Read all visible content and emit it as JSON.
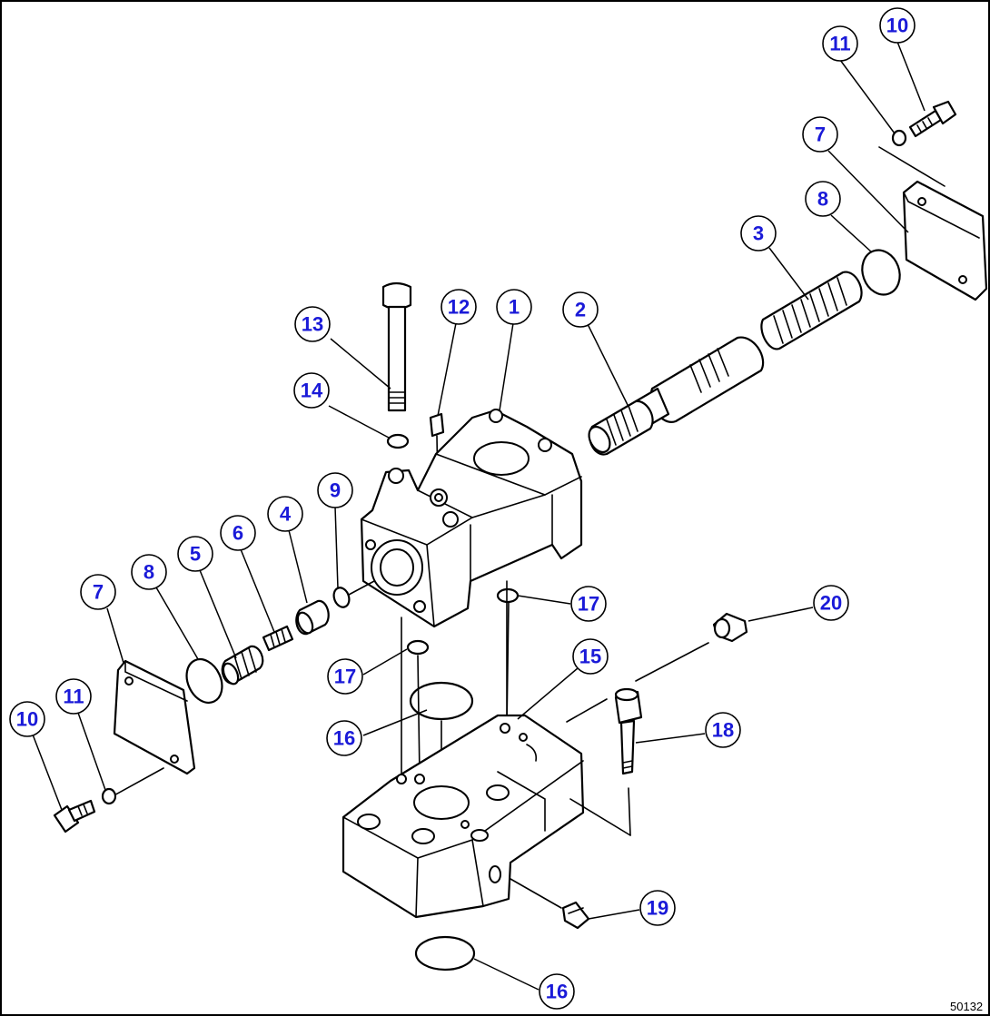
{
  "drawing_number": "50132",
  "colors": {
    "callout_text": "#1a1ad8",
    "line": "#000000",
    "background": "#ffffff"
  },
  "callouts": [
    {
      "id": "c-10-top",
      "label": "10"
    },
    {
      "id": "c-11-top",
      "label": "11"
    },
    {
      "id": "c-7-right",
      "label": "7"
    },
    {
      "id": "c-8-right",
      "label": "8"
    },
    {
      "id": "c-3",
      "label": "3"
    },
    {
      "id": "c-2",
      "label": "2"
    },
    {
      "id": "c-1",
      "label": "1"
    },
    {
      "id": "c-12",
      "label": "12"
    },
    {
      "id": "c-13",
      "label": "13"
    },
    {
      "id": "c-14",
      "label": "14"
    },
    {
      "id": "c-9",
      "label": "9"
    },
    {
      "id": "c-4",
      "label": "4"
    },
    {
      "id": "c-6",
      "label": "6"
    },
    {
      "id": "c-5",
      "label": "5"
    },
    {
      "id": "c-8-left",
      "label": "8"
    },
    {
      "id": "c-7-left",
      "label": "7"
    },
    {
      "id": "c-11-left",
      "label": "11"
    },
    {
      "id": "c-10-left",
      "label": "10"
    },
    {
      "id": "c-17-right",
      "label": "17"
    },
    {
      "id": "c-20",
      "label": "20"
    },
    {
      "id": "c-15",
      "label": "15"
    },
    {
      "id": "c-17-left",
      "label": "17"
    },
    {
      "id": "c-16-mid",
      "label": "16"
    },
    {
      "id": "c-18",
      "label": "18"
    },
    {
      "id": "c-19",
      "label": "19"
    },
    {
      "id": "c-16-bottom",
      "label": "16"
    }
  ]
}
